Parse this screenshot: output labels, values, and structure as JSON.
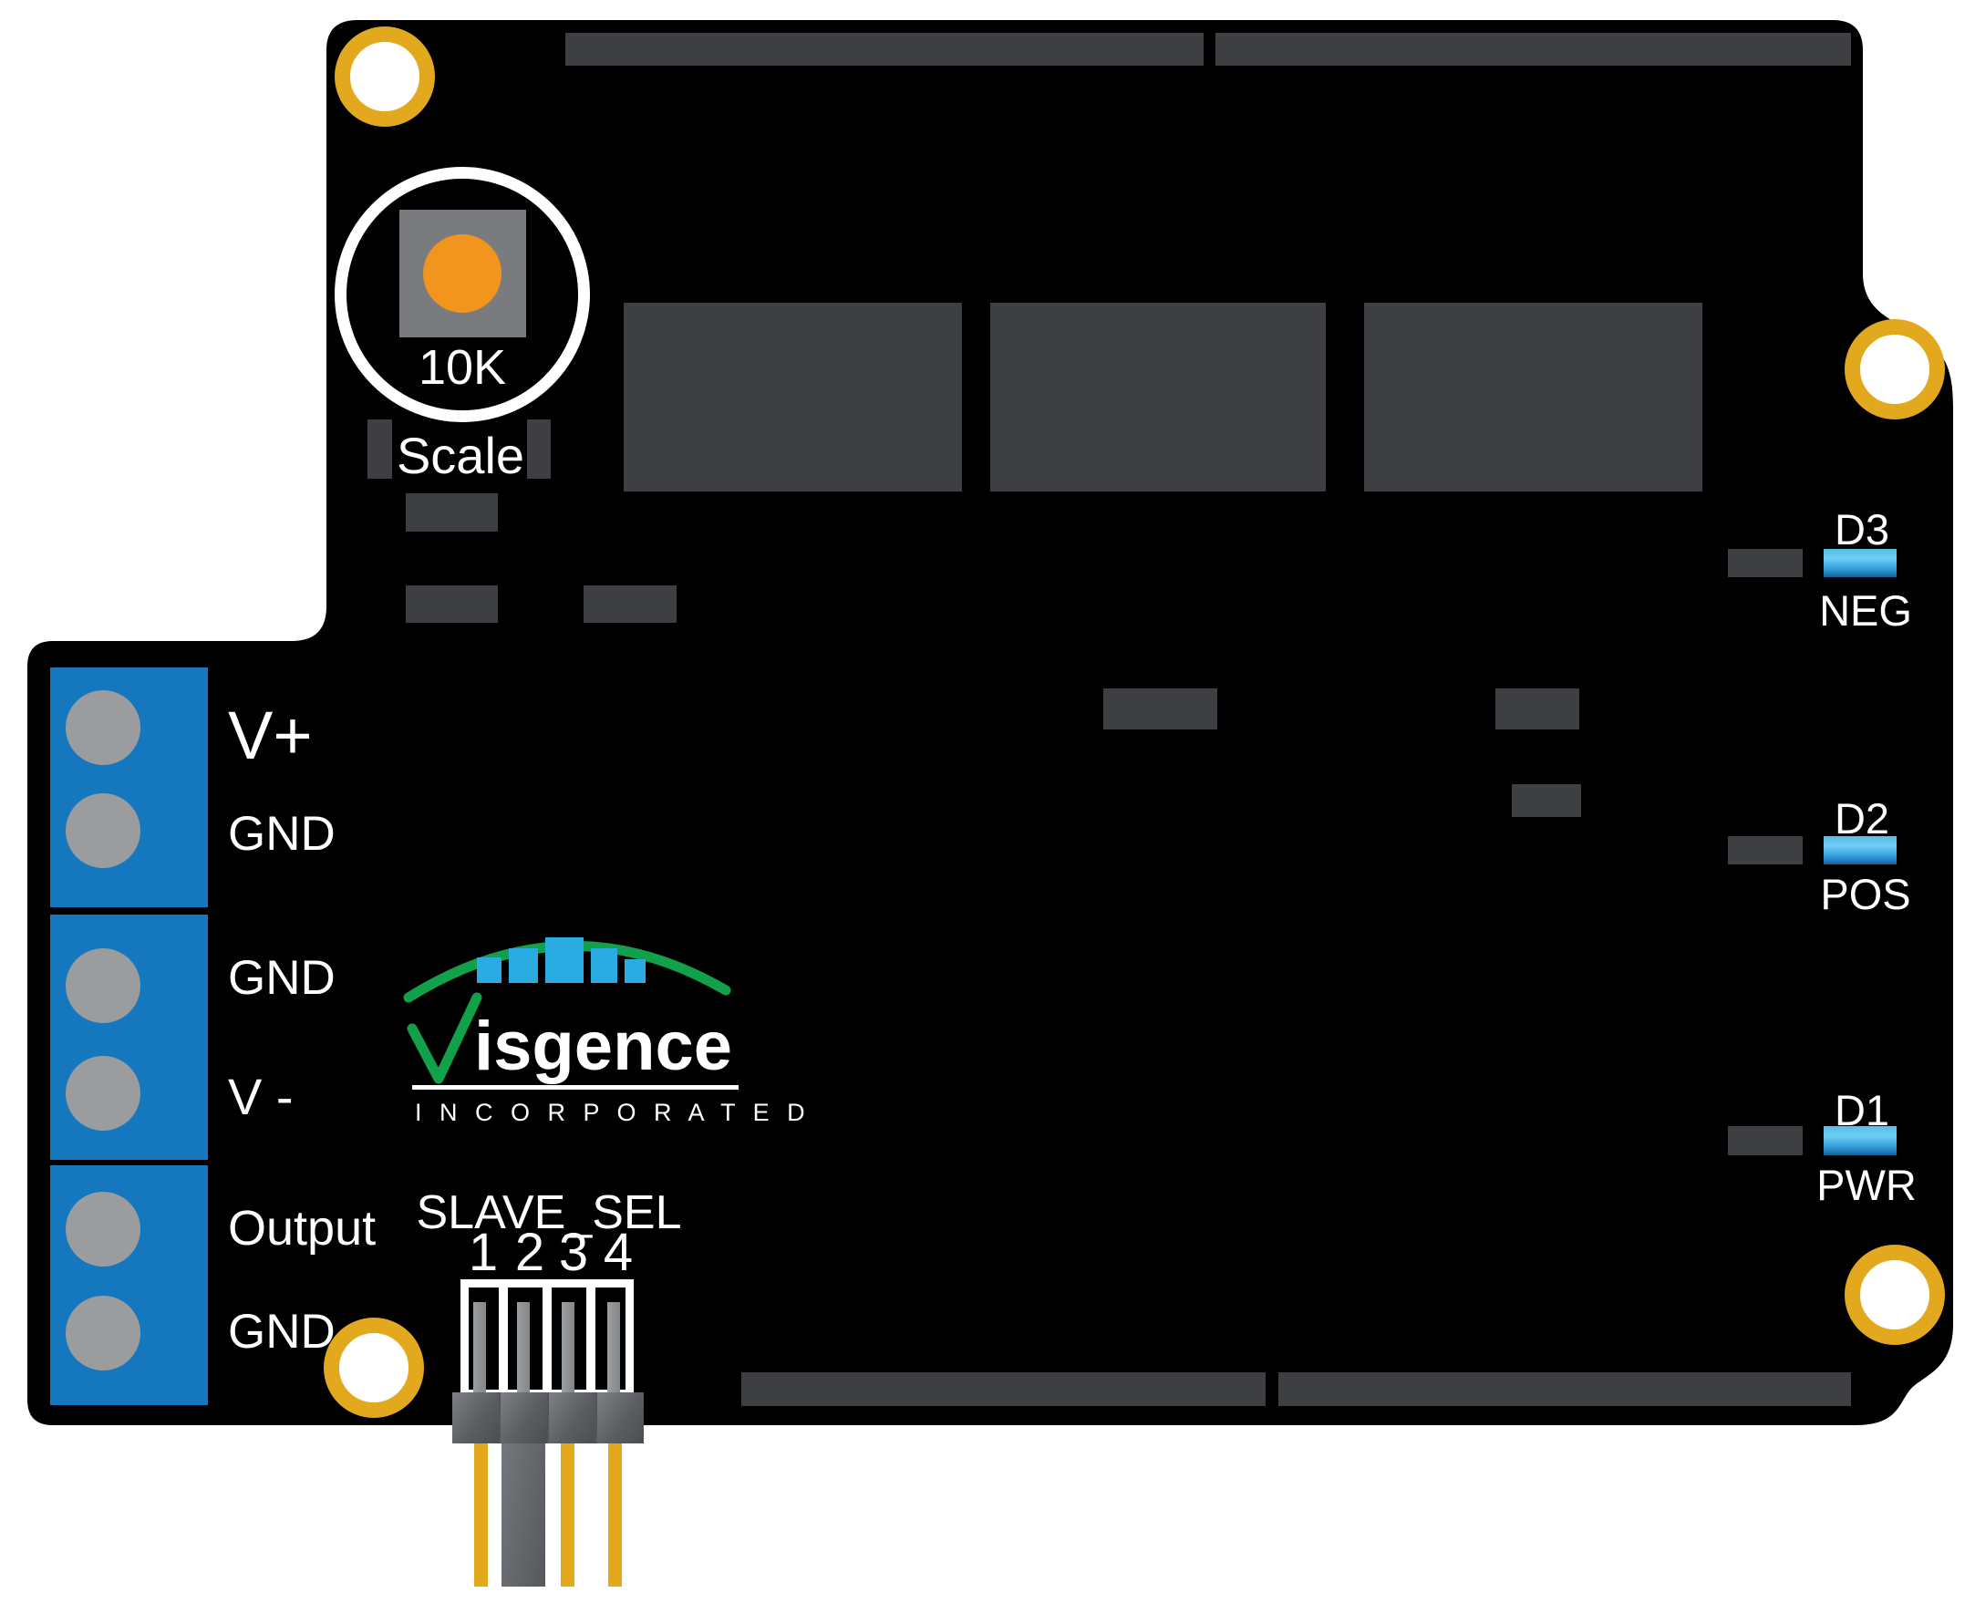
{
  "potentiometer": {
    "value": "10K",
    "label": "Scale"
  },
  "terminal_labels": [
    "V+",
    "GND",
    "GND",
    "V -",
    "Output",
    "GND"
  ],
  "slave_sel": {
    "label": "SLAVE_SEL",
    "pins": [
      "1",
      "2",
      "3",
      "4"
    ]
  },
  "leds": [
    {
      "designator": "D3",
      "label": "NEG"
    },
    {
      "designator": "D2",
      "label": "POS"
    },
    {
      "designator": "D1",
      "label": "PWR"
    }
  ],
  "logo": {
    "wordmark": "isgence",
    "subtext": "I N C O R P O R A T E D"
  },
  "colors": {
    "board": "#000000",
    "pad_gray": "#3D3F42",
    "terminal_blue": "#1577BE",
    "screw_gray": "#9A9C9E",
    "hole_gold": "#E2A81E",
    "pot_orange": "#F2951F",
    "pot_body_gray": "#797B7E",
    "led_blue": "#3FA9E0",
    "wire_yellow": "#E3A91C",
    "connector_gray": "#5B5E62",
    "pin_gray": "#8A8D91",
    "logo_green": "#12A14B",
    "logo_bar_blue": "#2AABE2",
    "silkscreen": "#FFFFFF"
  }
}
